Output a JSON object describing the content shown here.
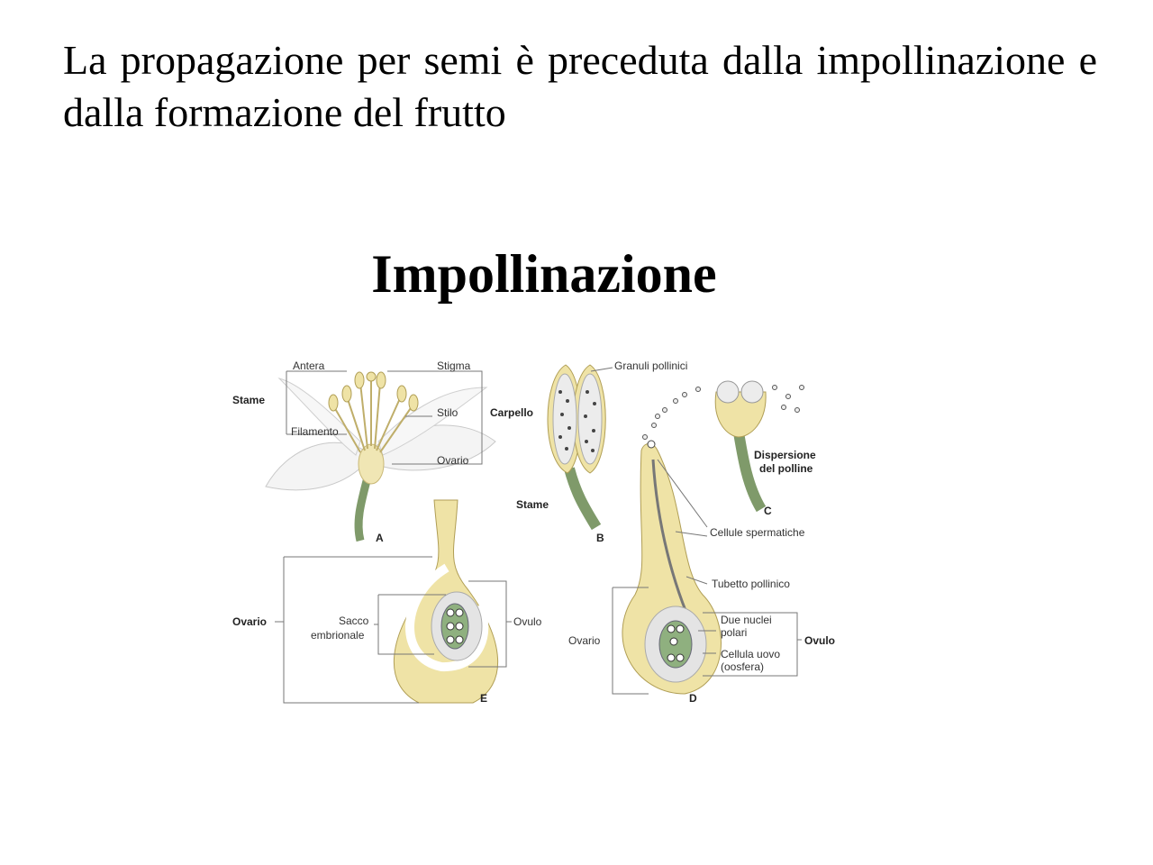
{
  "slide": {
    "text": "La propagazione per semi è preceduta dalla impollinazione e dalla formazione del frutto",
    "heading": "Impollinazione"
  },
  "figure": {
    "labels": {
      "antera": "Antera",
      "stigma": "Stigma",
      "stame_a": "Stame",
      "carpello": "Carpello",
      "stilo": "Stilo",
      "filamento": "Filamento",
      "ovario_a": "Ovario",
      "letter_a": "A",
      "granuli": "Granuli pollinici",
      "stame_b": "Stame",
      "letter_b": "B",
      "dispersione_1": "Dispersione",
      "dispersione_2": "del polline",
      "letter_c": "C",
      "cellule": "Cellule spermatiche",
      "tubetto": "Tubetto pollinico",
      "nuclei_1": "Due nuclei",
      "nuclei_2": "polari",
      "cellula_1": "Cellula uovo",
      "cellula_2": "(oosfera)",
      "ovario_d": "Ovario",
      "ovulo_d": "Ovulo",
      "letter_d": "D",
      "ovario_e": "Ovario",
      "sacco_1": "Sacco",
      "sacco_2": "embrionale",
      "ovulo_e": "Ovulo",
      "letter_e": "E"
    }
  }
}
